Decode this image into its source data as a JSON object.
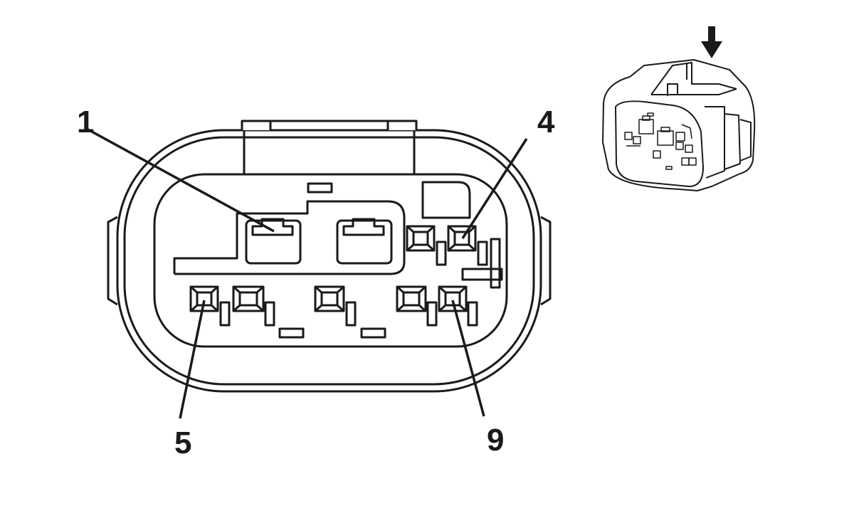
{
  "pin_labels": {
    "pin1": "1",
    "pin4": "4",
    "pin5": "5",
    "pin9": "9"
  },
  "colors": {
    "stroke": "#1a1a1a",
    "background": "#ffffff"
  },
  "icons": {
    "insertion_arrow": "arrow-down-icon"
  }
}
